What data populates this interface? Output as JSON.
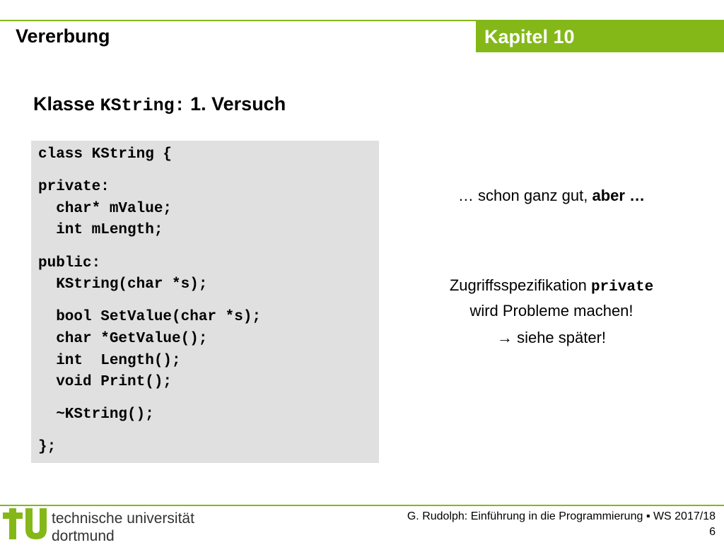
{
  "header": {
    "title": "Vererbung",
    "chapter": "Kapitel 10",
    "accent_color": "#84b819"
  },
  "heading": {
    "prefix": "Klasse ",
    "code": "KString:",
    "suffix": " 1. Versuch"
  },
  "code_lines": [
    "class KString {",
    "private:",
    "  char* mValue;",
    "  int mLength;",
    "public:",
    "  KString(char *s);",
    "  bool SetValue(char *s);",
    "  char *GetValue();",
    "  int  Length();",
    "  void Print();",
    "  ~KString();",
    "};"
  ],
  "notes": {
    "comment_prefix": "… schon ganz gut, ",
    "comment_bold": "aber …",
    "spec_text": "Zugriffsspezifikation ",
    "spec_code": "private",
    "spec_line2": "wird Probleme machen!",
    "later": "→ siehe später!"
  },
  "footer": {
    "logo_text": "tu",
    "university_line1": "technische universität",
    "university_line2": "dortmund",
    "citation": "G. Rudolph: Einführung in die Programmierung ▪ WS 2017/18",
    "page_number": "6"
  }
}
